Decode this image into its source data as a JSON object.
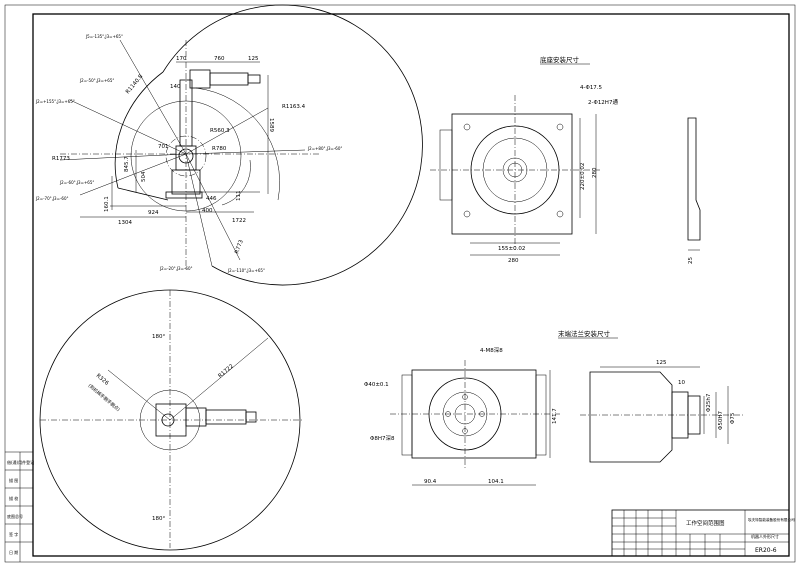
{
  "sheet": {
    "model": "ER20-6",
    "title_workspace": "工作空间范围图",
    "title_company": "埃夫特智能装备股份有限公司",
    "title_drawing": "机器人外形尺寸",
    "left_strip": [
      "借(通)用件登记",
      "描 图",
      "描 校",
      "底图总号",
      "签 字",
      "日 期"
    ]
  },
  "side_view": {
    "dims": [
      "170",
      "760",
      "125",
      "140",
      "1589",
      "R1163.4",
      "R1140.8",
      "R560.3",
      "701",
      "R780",
      "R1773",
      "845.7",
      "504",
      "160.1",
      "924",
      "1304",
      "446",
      "400",
      "1722",
      "R773",
      "111"
    ],
    "axis_labels": [
      "J5=-135°,J3=+65°",
      "J2=+155°,J3=+65°",
      "J2=+80°,J3=-60°",
      "J2=-70°,J3=-60°",
      "J2=-60°,J3=+65°",
      "J2=-50°,J3=+65°",
      "J2=-20°,J3=-60°",
      "J2=-110°,J3=+65°"
    ]
  },
  "top_view": {
    "dims": [
      "180°",
      "180°",
      "R1722",
      "R326"
    ],
    "note": "(到机械手腕手腕点)"
  },
  "base_view": {
    "title": "底座安装尺寸",
    "dims": [
      "4-Φ17.5",
      "2-Φ12H7通",
      "280",
      "220±0.02",
      "280",
      "155±0.02",
      "25"
    ]
  },
  "flange_view": {
    "title": "末端法兰安装尺寸",
    "dims": [
      "4-M8深8",
      "Φ40±0.1",
      "Φ8H7深8",
      "141.7",
      "90.4",
      "104.1",
      "125",
      "10",
      "Φ25h7",
      "Φ50H7",
      "Φ75"
    ]
  }
}
